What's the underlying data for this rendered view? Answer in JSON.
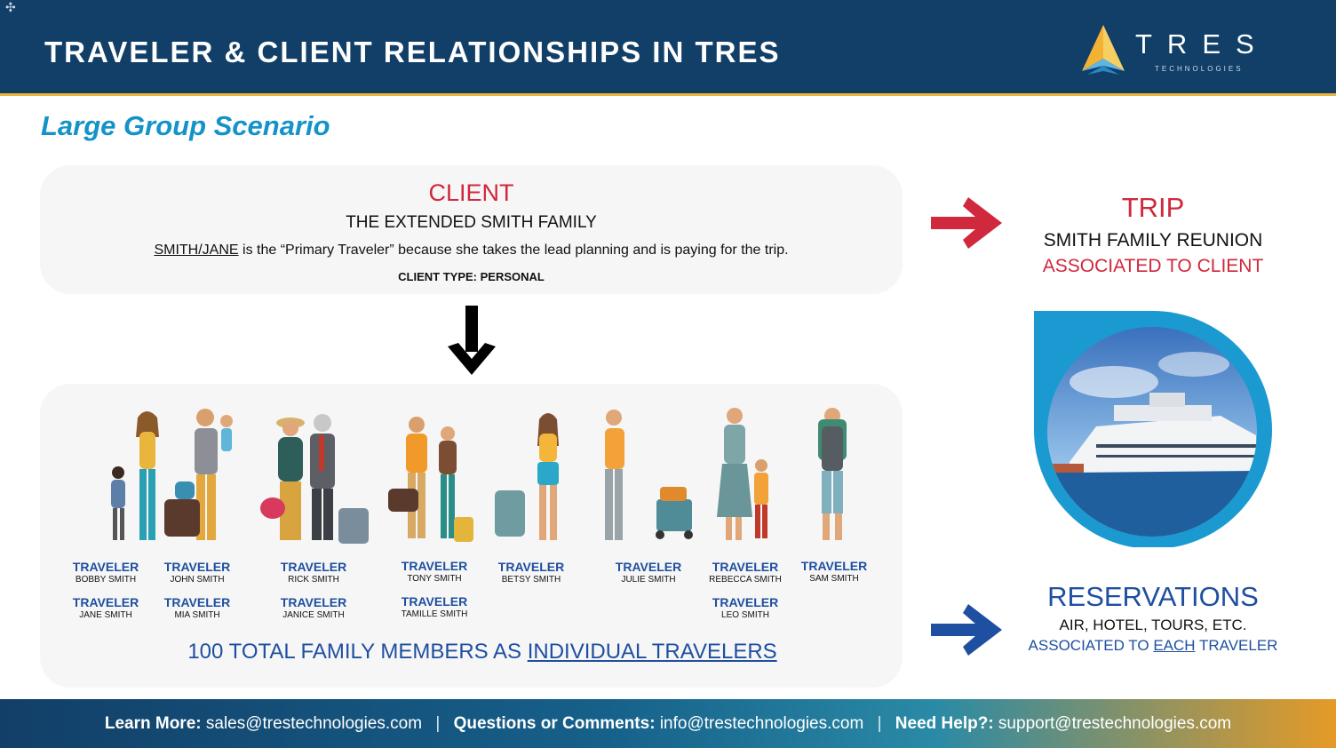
{
  "header": {
    "title": "TRAVELER & CLIENT RELATIONSHIPS IN TRES",
    "logo_word": "TRES",
    "logo_sub": "TECHNOLOGIES",
    "cursor_glyph": "✣"
  },
  "subtitle": "Large Group Scenario",
  "client": {
    "heading": "CLIENT",
    "name": "THE EXTENDED SMITH FAMILY",
    "primary_traveler": "SMITH/JANE",
    "description_rest": " is the “Primary Traveler” because she takes the lead planning and is paying for the trip.",
    "type_label": "CLIENT TYPE: PERSONAL"
  },
  "travelers": {
    "role_label": "TRAVELER",
    "names": {
      "bobby": "BOBBY SMITH",
      "jane": "JANE SMITH",
      "john": "JOHN SMITH",
      "mia": "MIA SMITH",
      "rick": "RICK SMITH",
      "janice": "JANICE SMITH",
      "tony": "TONY SMITH",
      "tamille": "TAMILLE SMITH",
      "betsy": "BETSY SMITH",
      "julie": "JULIE SMITH",
      "rebecca": "REBECCA SMITH",
      "leo": "LEO SMITH",
      "sam": "SAM SMITH"
    },
    "total_prefix": "100 TOTAL FAMILY MEMBERS AS ",
    "total_link": "INDIVIDUAL TRAVELERS"
  },
  "trip": {
    "heading": "TRIP",
    "name": "SMITH FAMILY REUNION",
    "association": "ASSOCIATED TO CLIENT"
  },
  "reservations": {
    "heading": "RESERVATIONS",
    "items": "AIR, HOTEL, TOURS, ETC.",
    "assoc_prefix": "ASSOCIATED TO ",
    "assoc_each": "EACH",
    "assoc_suffix": " TRAVELER"
  },
  "footer": {
    "learn_label": "Learn More:",
    "learn_value": " sales@trestechnologies.com",
    "questions_label": "Questions or Comments:",
    "questions_value": " info@trestechnologies.com",
    "help_label": "Need Help?:",
    "help_value": " support@trestechnologies.com",
    "separator": "|"
  },
  "colors": {
    "header_bg": "#123f68",
    "accent_gold": "#e9b53c",
    "client_red": "#d0283d",
    "traveler_blue": "#1e4fa0",
    "subtitle_teal": "#1493c9"
  },
  "icons": {
    "down_arrow": "arrow-down-icon",
    "trip_arrow": "arrow-right-icon",
    "reservations_arrow": "arrow-right-icon",
    "logo": "tres-logo-icon",
    "ship": "cruise-ship-image"
  }
}
